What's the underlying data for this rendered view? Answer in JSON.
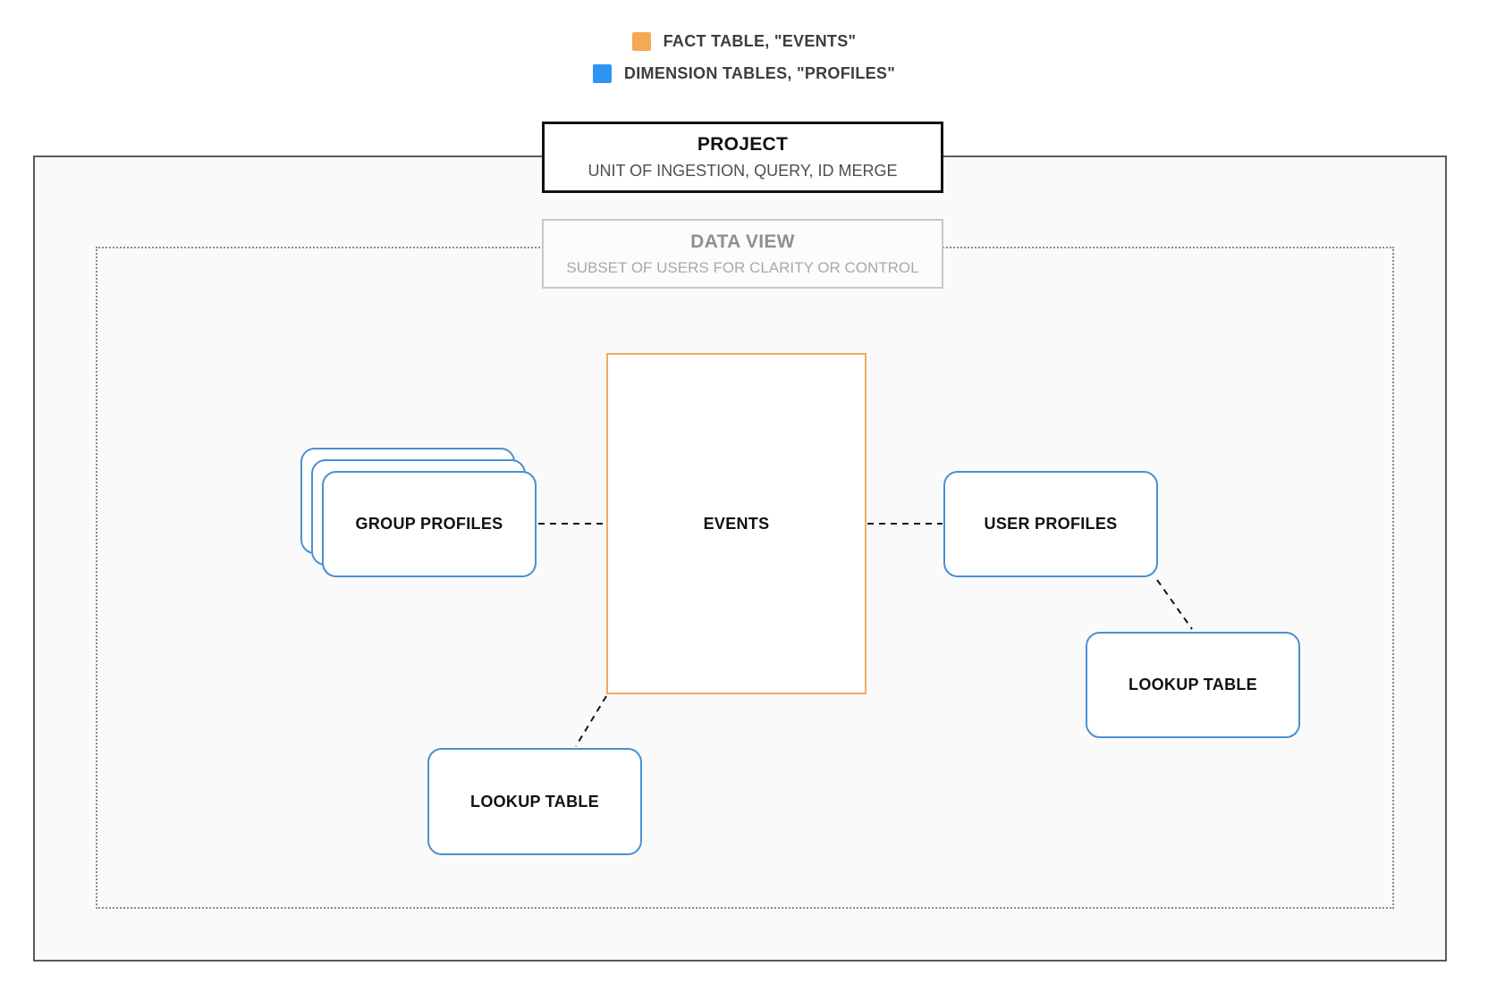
{
  "legend": {
    "items": [
      {
        "id": "fact",
        "label": "FACT TABLE, \"EVENTS\"",
        "color": "#F6A955"
      },
      {
        "id": "dimension",
        "label": "DIMENSION TABLES, \"PROFILES\"",
        "color": "#2E96F2"
      }
    ]
  },
  "project_box": {
    "title": "PROJECT",
    "subtitle": "UNIT OF INGESTION, QUERY, ID MERGE"
  },
  "data_view_box": {
    "title": "DATA VIEW",
    "subtitle": "SUBSET OF USERS FOR CLARITY OR CONTROL"
  },
  "nodes": {
    "events": {
      "label": "EVENTS",
      "type": "fact"
    },
    "group_profiles": {
      "label": "GROUP PROFILES",
      "type": "dimension",
      "stacked": true
    },
    "user_profiles": {
      "label": "USER PROFILES",
      "type": "dimension"
    },
    "lookup_table_bottom": {
      "label": "LOOKUP TABLE",
      "type": "dimension"
    },
    "lookup_table_right": {
      "label": "LOOKUP TABLE",
      "type": "dimension"
    }
  },
  "edges": [
    {
      "from": "group_profiles",
      "to": "events",
      "style": "dashed"
    },
    {
      "from": "events",
      "to": "user_profiles",
      "style": "dashed"
    },
    {
      "from": "user_profiles",
      "to": "lookup_table_right",
      "style": "dashed"
    },
    {
      "from": "events",
      "to": "lookup_table_bottom",
      "style": "dashed"
    }
  ],
  "colors": {
    "fact_orange_swatch": "#F6A955",
    "dimension_blue_swatch": "#2E96F2",
    "fact_node_border": "#ECAC62",
    "dimension_node_border": "#4A90D2",
    "project_border": "#111111",
    "outer_rect_border": "#5b5b5b",
    "dotted_rect_border": "#8a8a8a",
    "connector": "#141414",
    "outer_rect_fill": "#fafafa"
  }
}
